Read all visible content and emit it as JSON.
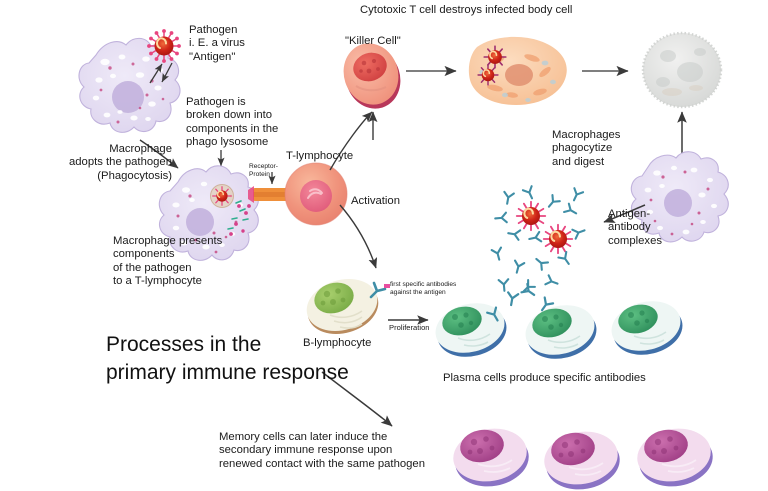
{
  "diagram": {
    "title_line1": "Processes in the",
    "title_line2": "primary immune response",
    "headline": "Cytotoxic T cell destroys infected body cell"
  },
  "labels": {
    "pathogen": "Pathogen\ni. E. a virus\n\"Antigen\"",
    "macrophage_adopts": "Macrophage\nadopts the pathogen\n(Phagocytosis)",
    "pathogen_broken": "Pathogen is\nbroken down into\ncomponents in the\nphago lysosome",
    "receptor_protein": "Receptor-\nProtein",
    "t_lymphocyte": "T-lymphocyte",
    "macrophage_presents": "Macrophage presents\ncomponents\nof the pathogen\nto a T-lymphocyte",
    "activation": "Activation",
    "killer_cell": "\"Killer Cell\"",
    "macrophages_phago": "Macrophages\nphagocytize\nand digest",
    "antigen_antibody": "Antigen-\nantibody\ncomplexes",
    "b_lymphocyte": "B-lymphocyte",
    "first_antibodies": "first specific antibodies\nagainst the antigen",
    "proliferation": "Proliferation",
    "plasma_cells": "Plasma cells produce specific antibodies",
    "memory_cells": "Memory cells can later induce the\nsecondary immune response upon\nrenewed contact with the same pathogen"
  },
  "colors": {
    "macrophage_fill": "#e4def1",
    "macrophage_nucleus": "#c3b3dd",
    "virus_outer": "#e8457f",
    "virus_inner": "#c9261d",
    "antibody": "#3f8ea6",
    "killer_cell": "#f09a84",
    "killer_nucleus": "#e05a52",
    "infected_cell": "#f8c9a4",
    "dead_cell": "#dcdcdc",
    "b_lymphocyte": "#8fbf5a",
    "plasma_cell": "#49a06a",
    "plasma_rim": "#3f6fa8",
    "memory_cell": "#b5539a",
    "memory_rim": "#8a73c4",
    "receptor_orange": "#ef8f3a",
    "arrow": "#3a3a3a",
    "text": "#1b1b1b"
  }
}
